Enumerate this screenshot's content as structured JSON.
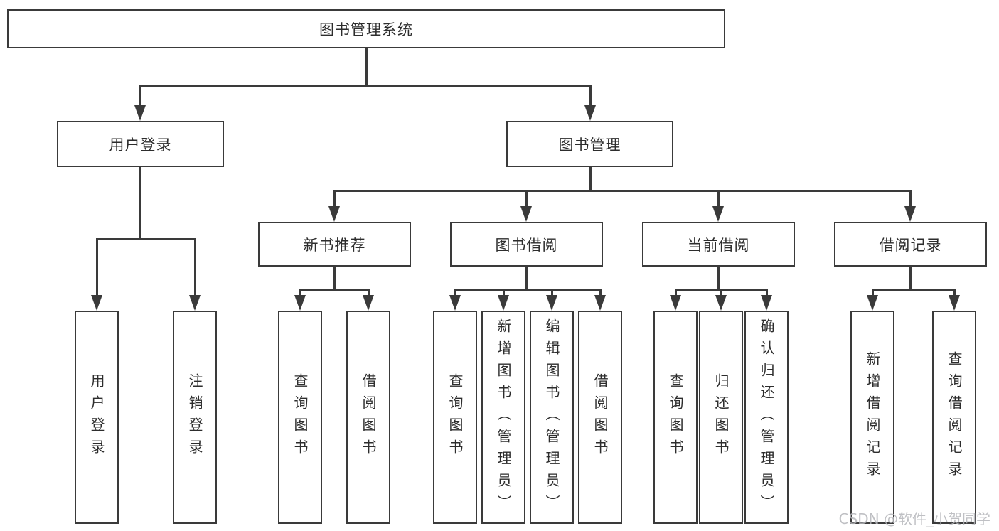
{
  "diagram": {
    "root": {
      "label": "图书管理系统"
    },
    "branches": [
      {
        "label": "用户登录",
        "children": [
          {
            "label": "用户登录"
          },
          {
            "label": "注销登录"
          }
        ]
      },
      {
        "label": "图书管理",
        "children": [
          {
            "label": "新书推荐",
            "children": [
              {
                "label": "查询图书"
              },
              {
                "label": "借阅图书"
              }
            ]
          },
          {
            "label": "图书借阅",
            "children": [
              {
                "label": "查询图书"
              },
              {
                "label": "新增图书（管理员）"
              },
              {
                "label": "编辑图书（管理员）"
              },
              {
                "label": "借阅图书"
              }
            ]
          },
          {
            "label": "当前借阅",
            "children": [
              {
                "label": "查询图书"
              },
              {
                "label": "归还图书"
              },
              {
                "label": "确认归还（管理员）"
              }
            ]
          },
          {
            "label": "借阅记录",
            "children": [
              {
                "label": "新增借阅记录"
              },
              {
                "label": "查询借阅记录"
              }
            ]
          }
        ]
      }
    ]
  },
  "watermark": {
    "text": "CSDN @软件_小贺同学"
  },
  "colors": {
    "line": "#3a3a3a",
    "text": "#2d2d2d",
    "watermark": "#b5b6ba",
    "background": "#ffffff"
  }
}
